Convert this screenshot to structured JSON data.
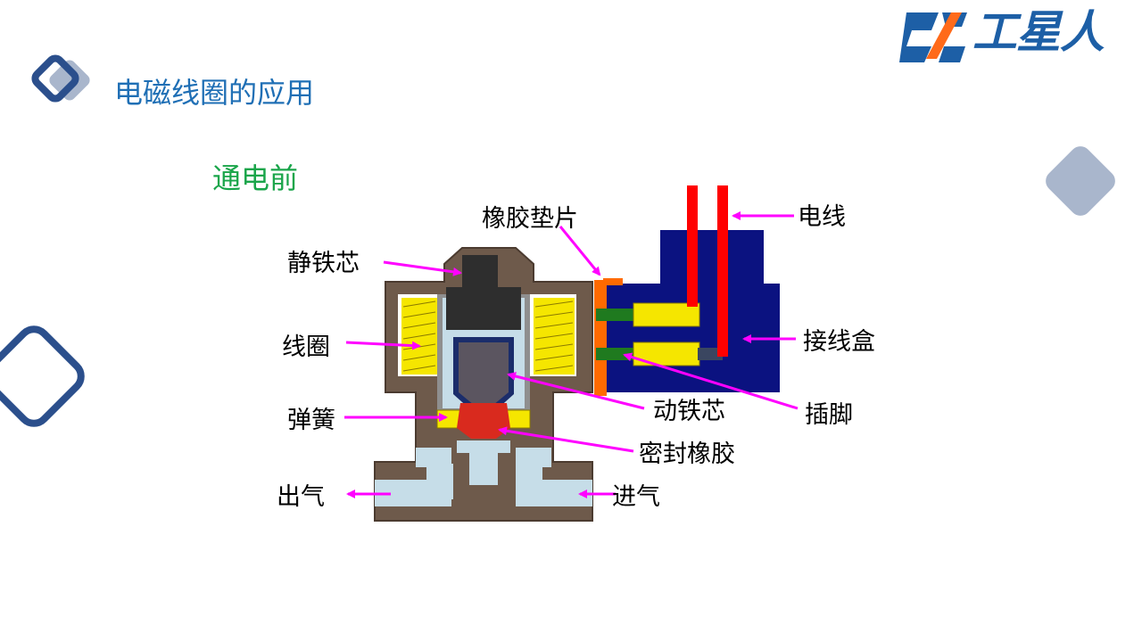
{
  "header": {
    "title": "电磁线圈的应用",
    "brand": "工星人"
  },
  "slide": {
    "subtitle": "通电前"
  },
  "diagram": {
    "labels": {
      "rubber_gasket": "橡胶垫片",
      "wire": "电线",
      "static_core": "静铁芯",
      "coil": "线圈",
      "junction_box": "接线盒",
      "moving_core": "动铁芯",
      "pin": "插脚",
      "spring": "弹簧",
      "seal_rubber": "密封橡胶",
      "outlet": "出气",
      "inlet": "进气"
    },
    "colors": {
      "body": "#6e5a4b",
      "coil": "#f5e600",
      "static_core": "#2e2e2e",
      "sleeve": "#c6dde8",
      "moving_core": "#5b5560",
      "seal": "#d92a1e",
      "box": "#0b1280",
      "wire": "#ff0000",
      "gasket": "#ff6a00",
      "pin": "#1f7a1f",
      "arrow": "#ff00ff"
    }
  }
}
